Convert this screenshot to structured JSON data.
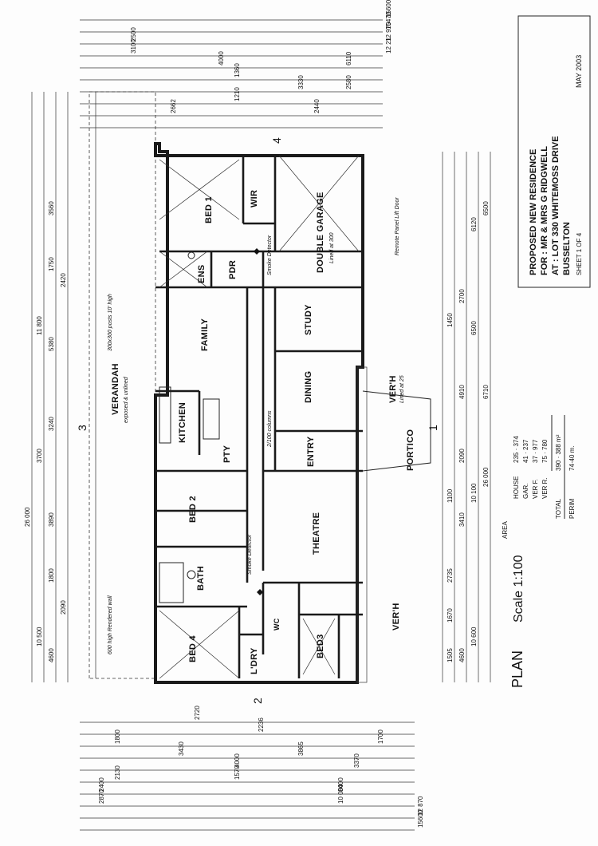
{
  "title_block": {
    "line1": "PROPOSED NEW RESIDENCE",
    "line2": "FOR : MR & MRS G RIDGWELL",
    "line3": "AT : LOT 330 WHITEMOSS DRIVE",
    "line4": "BUSSELTON",
    "date": "MAY 2003",
    "sheet": "SHEET 1 OF 4"
  },
  "plan_label": "PLAN",
  "scale_label": "Scale 1:100",
  "rooms": {
    "bed1": "BED 1",
    "wir": "WIR",
    "ens": "ENS",
    "pdr": "PDR",
    "double_garage": "DOUBLE GARAGE",
    "family": "FAMILY",
    "study": "STUDY",
    "dining": "DINING",
    "kitchen": "KITCHEN",
    "pty": "PTY",
    "entry": "ENTRY",
    "portico": "PORTICO",
    "bed2": "BED 2",
    "theatre": "THEATRE",
    "bath": "BATH",
    "bed4": "BED 4",
    "bed3": "BED3",
    "ldry": "L'DRY",
    "wc": "WC",
    "verandah": "VERANDAH",
    "verh_1": "VER'H",
    "verh_2": "VER'H"
  },
  "notes": {
    "verandah_sub": "exposed & unlined",
    "garage_sub": "Lined at 300",
    "verh_sub": "Lined at 25",
    "beam_note": "300x300 posts 10' high",
    "wall_note": "600 high Rendered wall",
    "smoke_1": "Smoke Detector",
    "smoke_2": "Smoke Detector",
    "posts": "2/100 columns",
    "door_note": "Remote Panel Lift Door"
  },
  "grid_markers": {
    "n1": "1",
    "n2": "2",
    "n3": "3",
    "n4": "4"
  },
  "area_table": {
    "heading": "AREA",
    "rows": [
      {
        "label": "HOUSE",
        "value": "235 · 374"
      },
      {
        "label": "GAR.",
        "value": "41 · 237"
      },
      {
        "label": "VER F.",
        "value": "37 · 977"
      },
      {
        "label": "VER R.",
        "value": "75 · 780"
      }
    ],
    "total_label": "TOTAL",
    "total_value": "390 · 388 m²",
    "perim_label": "PERIM",
    "perim_value": "74·40 m."
  },
  "dimensions": {
    "overall_len_a": "26 000",
    "overall_len_b": "10 500",
    "overall_len_c": "4600",
    "seg_a": "3700",
    "seg_b": "11 800",
    "seg_c": "3560",
    "seg_d": "3890",
    "seg_e": "1800",
    "seg_f": "2090",
    "seg_g": "5380",
    "seg_h": "3240",
    "seg_i": "2420",
    "seg_j": "1750",
    "bot_total_a": "26 000",
    "bot_total_b": "10 600",
    "bot_total_c": "10 100",
    "bot_seg_a": "4600",
    "bot_seg_b": "6500",
    "bot_seg_c": "6500",
    "bot_seg_d": "6710",
    "bot_seg_e": "6120",
    "bot_seg_f": "2700",
    "bot_seg_g": "4910",
    "bot_seg_h": "2090",
    "bot_seg_i": "3410",
    "bot_seg_j": "2735",
    "bot_seg_k": "1670",
    "bot_seg_l": "1100",
    "bot_seg_m": "1505",
    "bot_seg_n": "1450",
    "top_a": "15600",
    "top_b": "15470",
    "top_c": "12 970",
    "top_d": "12 21",
    "top_e": "2500",
    "top_f": "4000",
    "top_g": "3100",
    "top_h": "6110",
    "top_i": "1360",
    "top_j": "3330",
    "top_k": "2580",
    "top_l": "1210",
    "top_m": "2662",
    "top_n": "2440",
    "btm_a": "15600",
    "btm_b": "12 870",
    "btm_c": "10 000",
    "btm_d": "2870",
    "btm_e": "8400",
    "btm_f": "2400",
    "btm_g": "2130",
    "btm_h": "1570",
    "btm_i": "4000",
    "btm_j": "3370",
    "btm_k": "3865",
    "btm_l": "3430",
    "btm_m": "1800",
    "btm_n": "1700",
    "btm_o": "2236",
    "btm_p": "2720"
  }
}
